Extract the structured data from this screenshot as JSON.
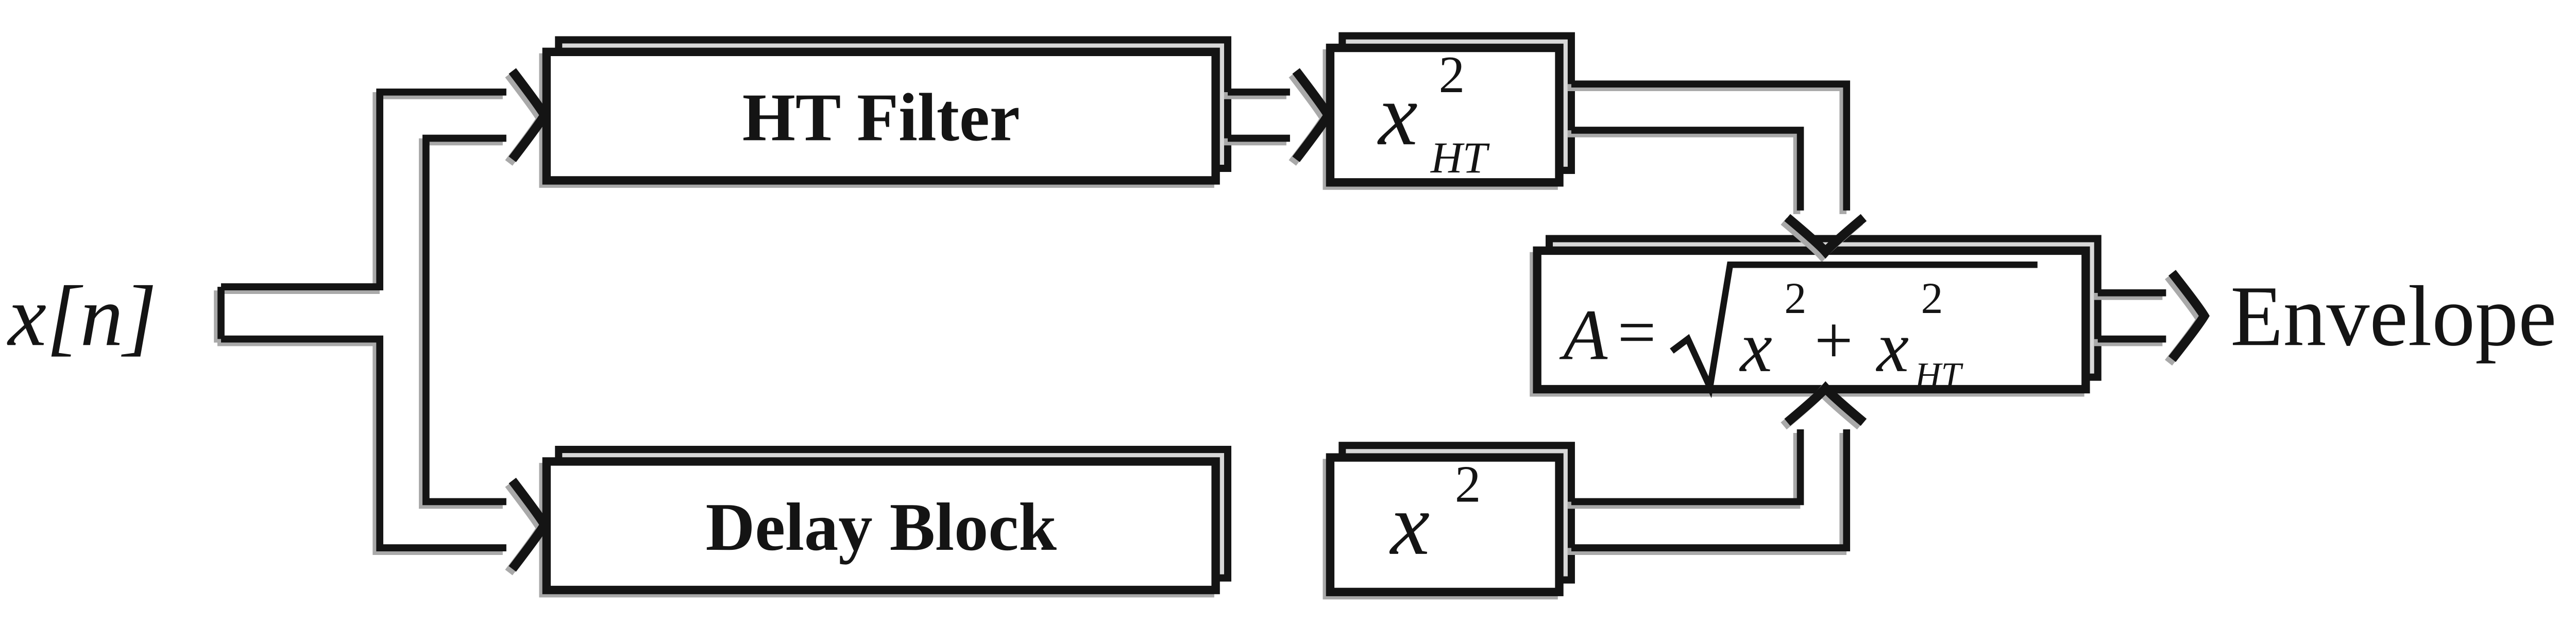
{
  "diagram": {
    "input_label": "x[n]",
    "output_label": "Envelope",
    "blocks": {
      "ht_filter": {
        "label": "HT Filter"
      },
      "delay": {
        "label": "Delay Block"
      },
      "squarer_ht": {
        "base": "x",
        "sup": "2",
        "sub": "HT"
      },
      "squarer": {
        "base": "x",
        "sup": "2"
      },
      "combiner": {
        "lhs": "A",
        "eq": "=",
        "t1_base": "x",
        "t1_sup": "2",
        "plus": "+",
        "t2_base": "x",
        "t2_sup": "2",
        "t2_sub": "HT"
      }
    },
    "icons": {
      "arrowheads": "open-chevron-arrow-icon"
    },
    "colors": {
      "line": "#141414",
      "block_fill": "#ffffff",
      "slab_fill": "#d8d8d8",
      "shadow": "#a9a9a9",
      "background": "#ffffff"
    }
  }
}
